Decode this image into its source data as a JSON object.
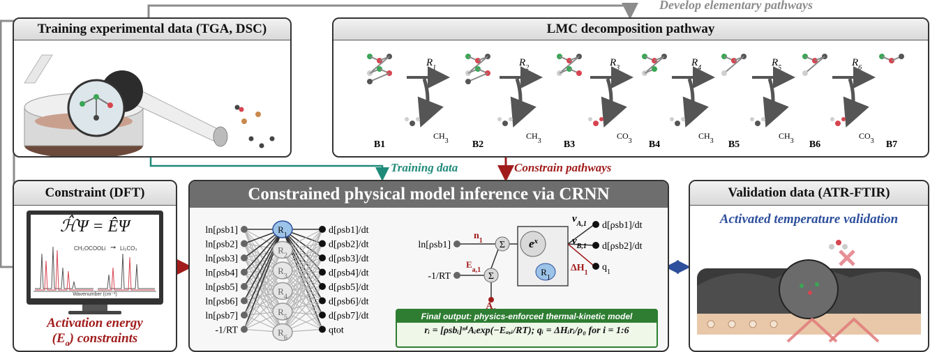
{
  "flow": {
    "develop_pathways": "Develop elementary pathways",
    "training_data": "Training data",
    "constrain_pathways": "Constrain pathways",
    "ea_arrow": "E",
    "ea_sub": "a"
  },
  "training_panel": {
    "title": "Training experimental data (TGA, DSC)"
  },
  "lmc_panel": {
    "title": "LMC decomposition pathway",
    "species": [
      "B1",
      "B2",
      "B3",
      "B4",
      "B5",
      "B6",
      "B7"
    ],
    "reactions": [
      "R",
      "R",
      "R",
      "R",
      "R",
      "R"
    ],
    "reaction_subs": [
      "1",
      "2",
      "3",
      "4",
      "5",
      "6"
    ],
    "byproducts": [
      "CH",
      "CH",
      "CO",
      "CH",
      "CH",
      "CO"
    ],
    "byproduct_subs": [
      "3",
      "3",
      "3",
      "3",
      "3",
      "3"
    ]
  },
  "constraint_panel": {
    "title": "Constraint (DFT)",
    "equation": "ℋ̂Ψ = ÊΨ",
    "spectrum_xlabel": "Wavenumber (cm⁻¹)",
    "reaction_label_left": "CH₃OCOOLi",
    "reaction_label_right": "Li₂CO₃",
    "caption_line1": "Activation energy",
    "caption_line2_pre": "(E",
    "caption_line2_sub": "a",
    "caption_line2_post": ") constraints"
  },
  "crnn_panel": {
    "title": "Constrained physical model inference via CRNN",
    "inputs": [
      "ln[ρsb1]",
      "ln[ρsb2]",
      "ln[ρsb3]",
      "ln[ρsb4]",
      "ln[ρsb5]",
      "ln[ρsb6]",
      "ln[ρsb7]",
      "-1/RT"
    ],
    "hidden": [
      "R",
      "R",
      "R",
      "R",
      "R",
      "R"
    ],
    "hidden_subs": [
      "1",
      "2",
      "3",
      "4",
      "5",
      "6"
    ],
    "outputs": [
      "d[ρsb1]/dt",
      "d[ρsb2]/dt",
      "d[ρsb3]/dt",
      "d[ρsb4]/dt",
      "d[ρsb5]/dt",
      "d[ρsb6]/dt",
      "d[ρsb7]/dt",
      "qtot"
    ],
    "detail": {
      "input1": "ln[ρsb1]",
      "input2": "-1/RT",
      "n1": "n",
      "ea1": "E",
      "a1": "A",
      "sum": "Σ",
      "exp": "e",
      "exp_sup": "x",
      "r1": "R",
      "nu_a": "ν",
      "nu_a_sub": "A,1",
      "nu_b": "ν",
      "nu_b_sub": "B,1",
      "dh": "ΔH",
      "out1": "d[ρsb1]/dt",
      "out2": "d[ρsb2]/dt",
      "out3": "q"
    },
    "final_output_title": "Final output: physics-enforced thermal-kinetic model",
    "final_equation": "rᵢ = [ρsbᵢ]ⁿⁱAᵢexp(−Eₐ,ᵢ/RT);  qᵢ = ΔHᵢrᵢ/ρ₀  for  i = 1:6"
  },
  "validation_panel": {
    "title": "Validation data (ATR-FTIR)",
    "subtitle": "Activated temperature validation"
  },
  "colors": {
    "teal": "#1f8a7a",
    "darkred": "#a11d1d",
    "blue": "#2d4f9c",
    "gray_arrow": "#8c8c8c",
    "node_blue": "#9cc3e8",
    "green_box": "#2e7d32"
  }
}
